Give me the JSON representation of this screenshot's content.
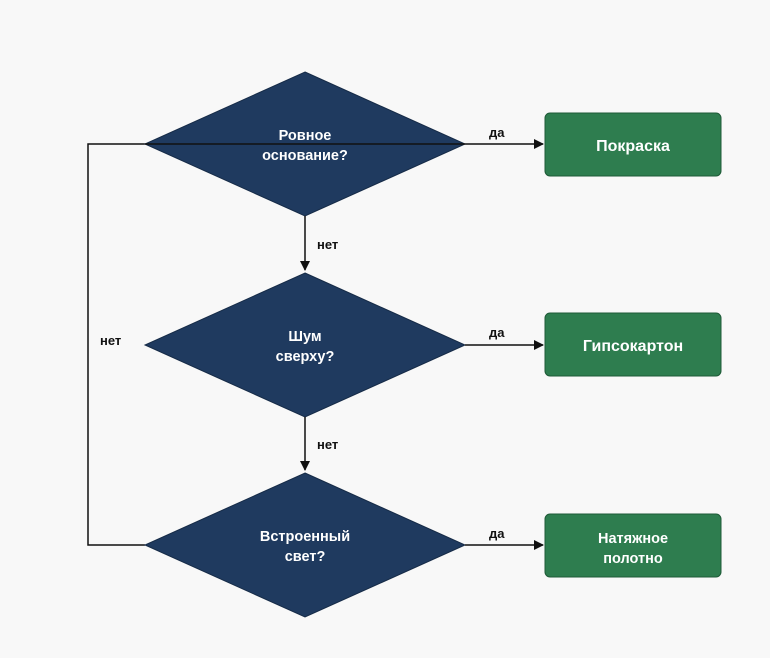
{
  "colors": {
    "background": "#f8f8f8",
    "decision_fill": "#1f3a5f",
    "decision_stroke": "#162b47",
    "result_fill": "#2e7d4f",
    "result_stroke": "#1e5a37",
    "edge": "#111111"
  },
  "decisions": [
    {
      "line1": "Ровное",
      "line2": "основание?"
    },
    {
      "line1": "Шум",
      "line2": "сверху?"
    },
    {
      "line1": "Встроенный",
      "line2": "свет?"
    }
  ],
  "results": [
    {
      "line1": "Покраска",
      "line2": ""
    },
    {
      "line1": "Гипсокартон",
      "line2": ""
    },
    {
      "line1": "Натяжное",
      "line2": "полотно"
    }
  ],
  "edge_labels": {
    "yes1": "да",
    "yes2": "да",
    "yes3": "да",
    "no1": "нет",
    "no2": "нет",
    "no_loop": "нет"
  }
}
